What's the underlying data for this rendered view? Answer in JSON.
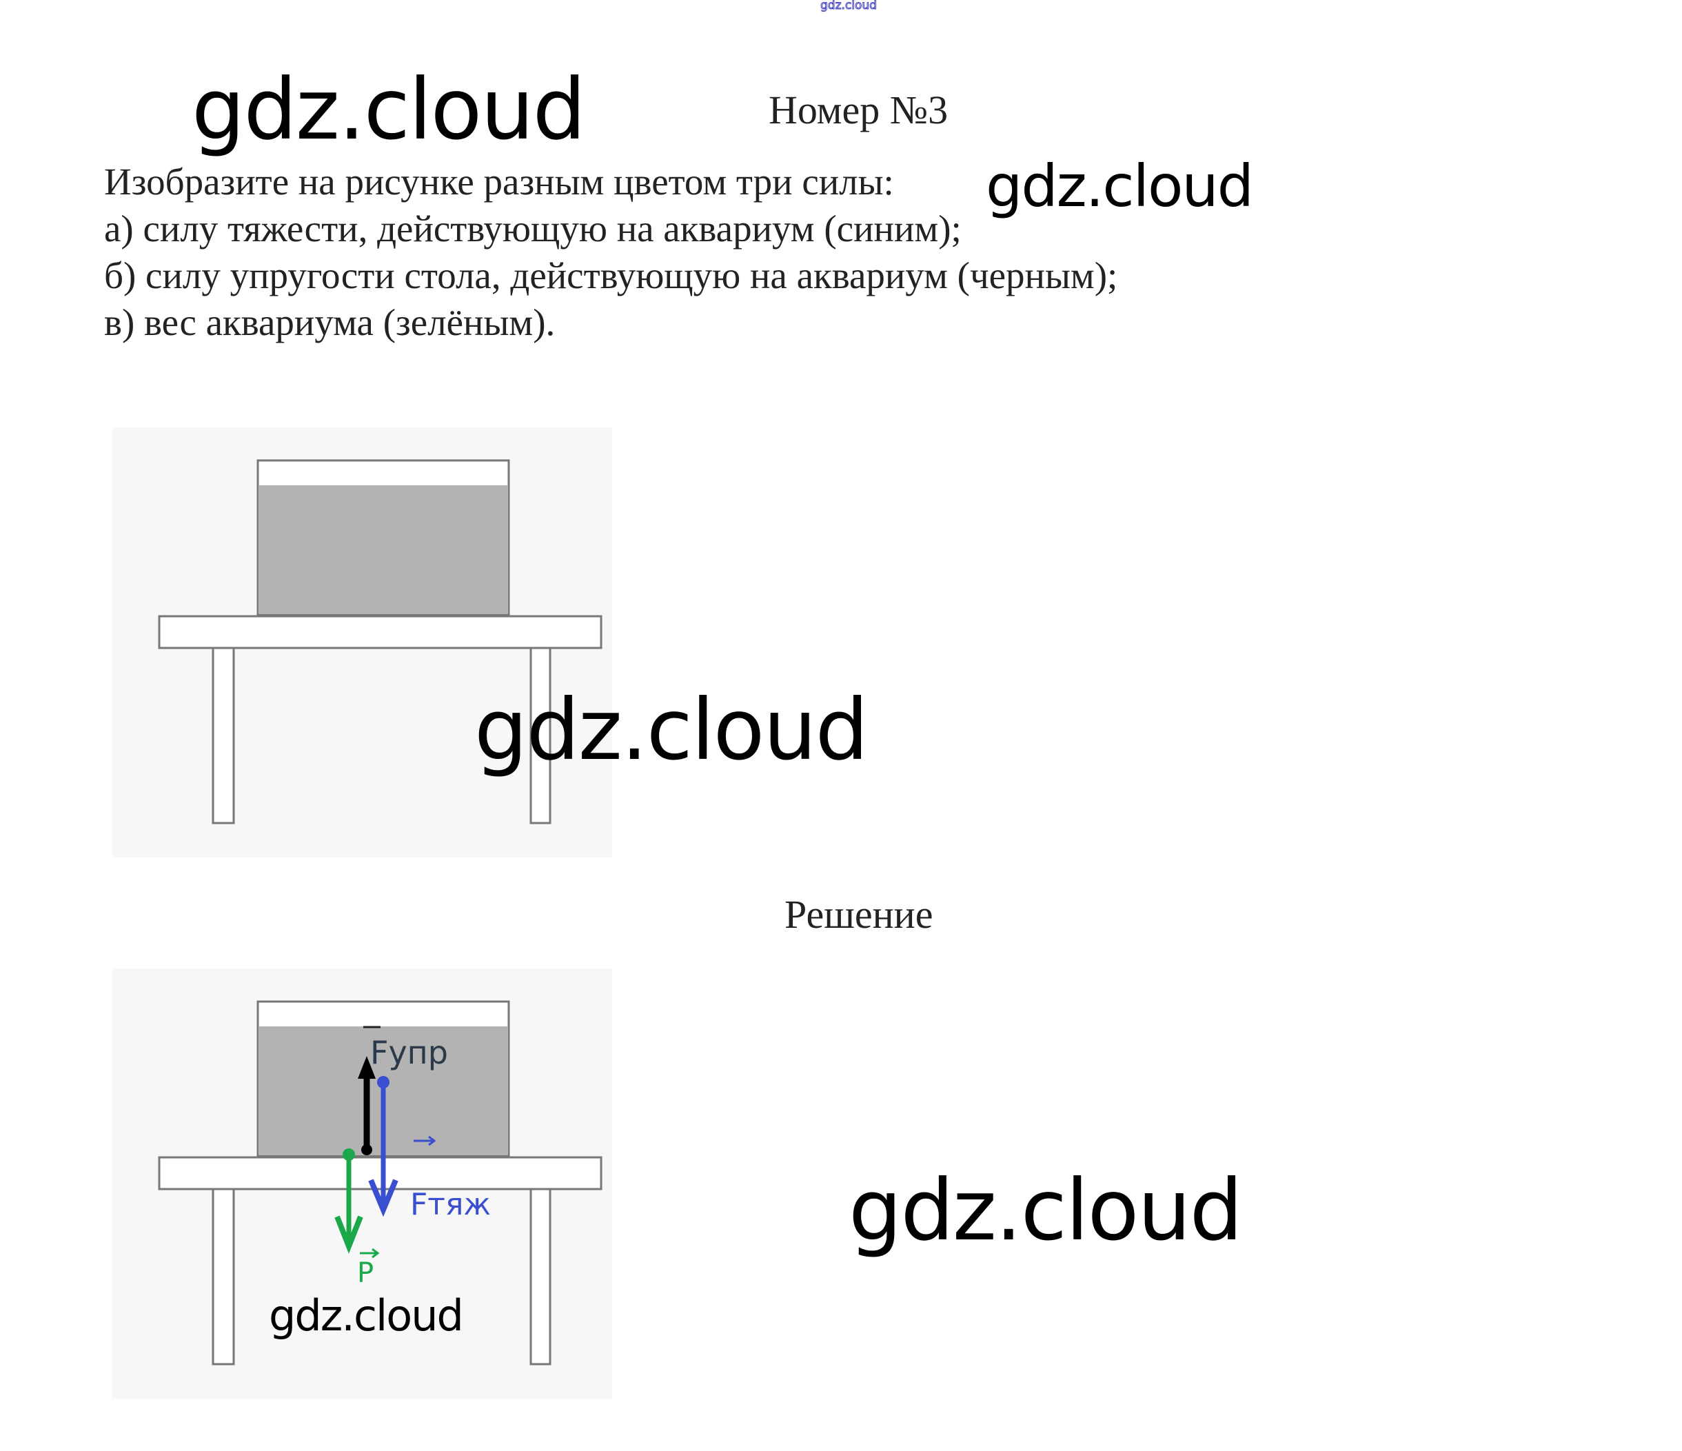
{
  "header_watermark": "gdz.cloud",
  "title": "Номер №3",
  "task": {
    "intro": "Изобразите на рисунке разным цветом три силы:",
    "items": [
      "а) силу тяжести, действующую на аквариум (синим);",
      "б) силу упругости стола, действующую на аквариум (черным);",
      "в) вес аквариума (зелёным)."
    ]
  },
  "solution_heading": "Решение",
  "watermarks": [
    "gdz.cloud",
    "gdz.cloud",
    "gdz.cloud",
    "gdz.cloud",
    "gdz.cloud"
  ],
  "forces": {
    "elastic": {
      "label": "Fупр",
      "color": "#000000"
    },
    "gravity": {
      "label": "Fтяж",
      "color": "#3a4fd0"
    },
    "weight": {
      "label": "P",
      "color": "#1aa84a"
    }
  }
}
